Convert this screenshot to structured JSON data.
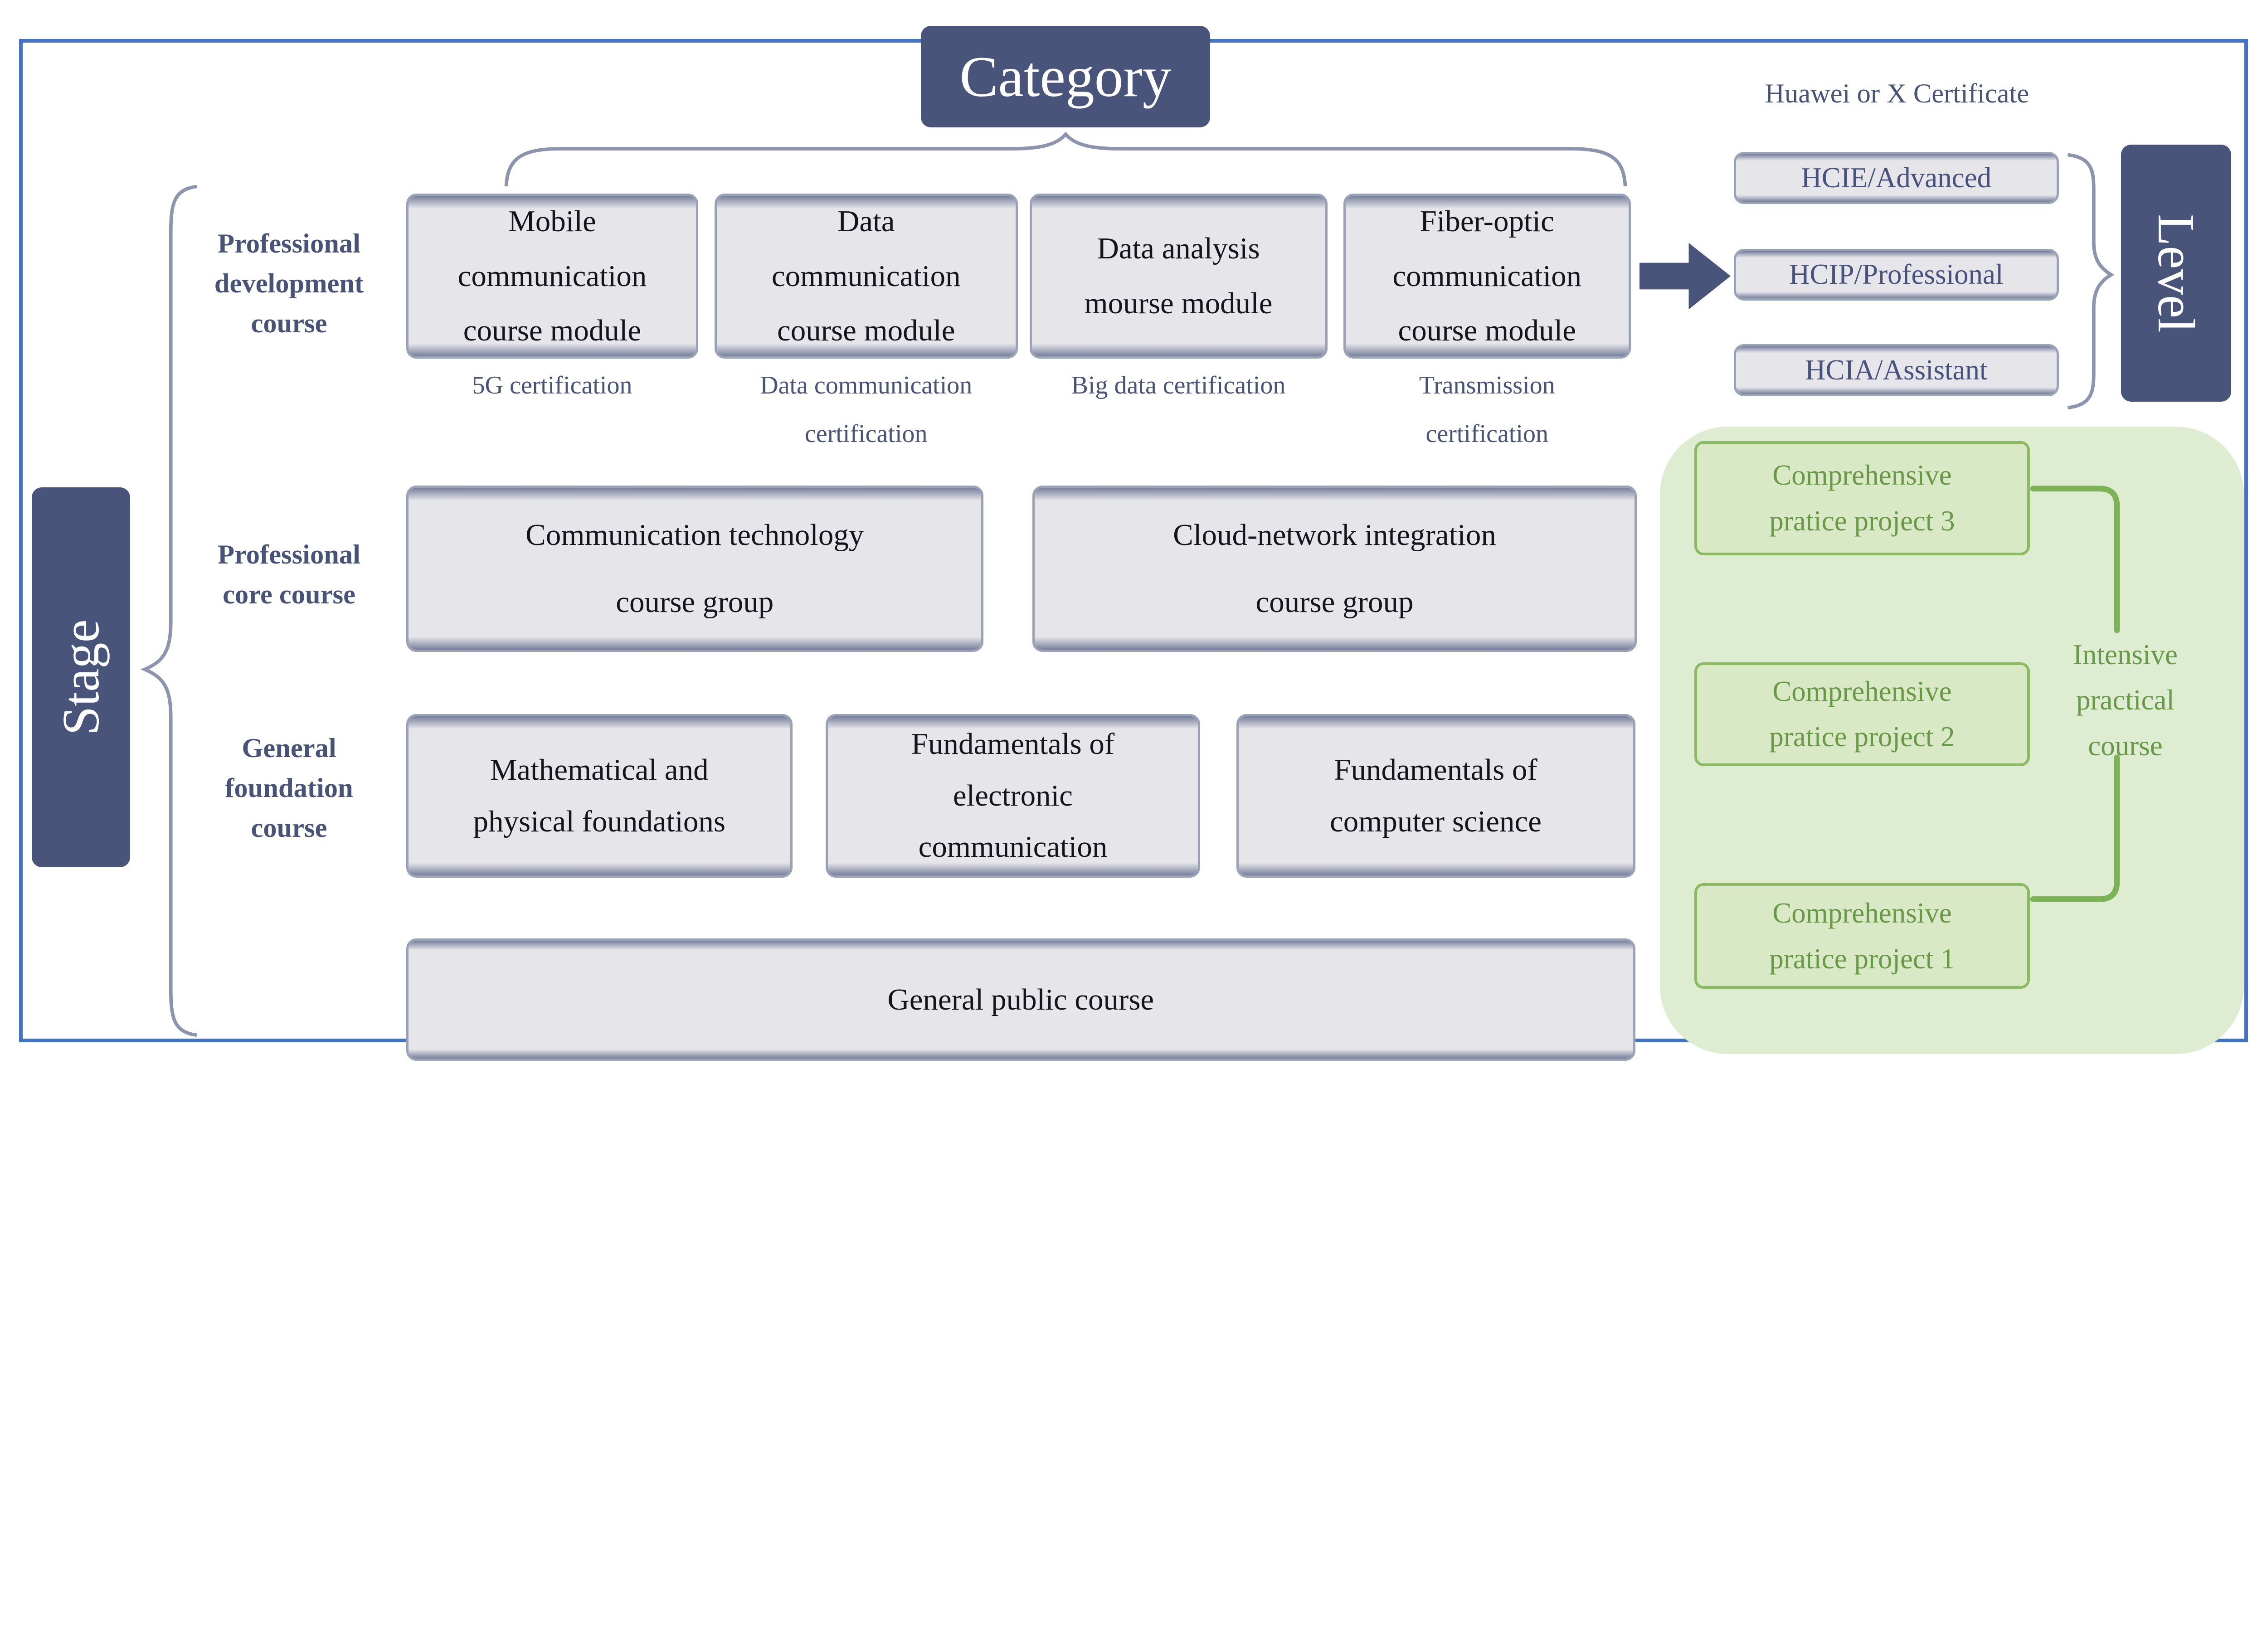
{
  "palette": {
    "dark_blue": "#49547B",
    "panel_gray": "#E6E6EA",
    "panel_border": "#9AA2B8",
    "navy_text": "#475377",
    "frame_blue": "#4472C4",
    "brace_gray": "#8C94AE",
    "green_panel": "#DEEDD2",
    "green_box": "#D9E9C5",
    "green_border": "#8ABB60",
    "green_text": "#679946"
  },
  "header": {
    "category_label": "Category",
    "certificate_title": "Huawei or X Certificate"
  },
  "axes": {
    "stage_label": "Stage",
    "level_label": "Level"
  },
  "stages": [
    {
      "label": "Professional\ndevelopment\ncourse"
    },
    {
      "label": "Professional\ncore course"
    },
    {
      "label": "General\nfoundation\ncourse"
    }
  ],
  "modules": [
    {
      "title": "Mobile\ncommunication\ncourse module",
      "certification": "5G certification"
    },
    {
      "title": "Data\ncommunication\ncourse module",
      "certification": "Data communication\ncertification"
    },
    {
      "title": "Data analysis\nmourse module",
      "certification": "Big data certification"
    },
    {
      "title": "Fiber-optic\ncommunication\ncourse module",
      "certification": "Transmission\ncertification"
    }
  ],
  "core_courses": [
    {
      "title": "Communication technology\ncourse group"
    },
    {
      "title": "Cloud-network integration\ncourse group"
    }
  ],
  "foundation_courses": [
    {
      "title": "Mathematical and\nphysical foundations"
    },
    {
      "title": "Fundamentals of\nelectronic\ncommunication"
    },
    {
      "title": "Fundamentals of\ncomputer science"
    }
  ],
  "public_course": {
    "title": "General public course"
  },
  "certificate_levels": [
    {
      "label": "HCIE/Advanced"
    },
    {
      "label": "HCIP/Professional"
    },
    {
      "label": "HCIA/Assistant"
    }
  ],
  "practice": {
    "projects": [
      {
        "label": "Comprehensive\npratice project 3"
      },
      {
        "label": "Comprehensive\npratice project 2"
      },
      {
        "label": "Comprehensive\npratice project 1"
      }
    ],
    "group_label": "Intensive\npractical\ncourse"
  }
}
